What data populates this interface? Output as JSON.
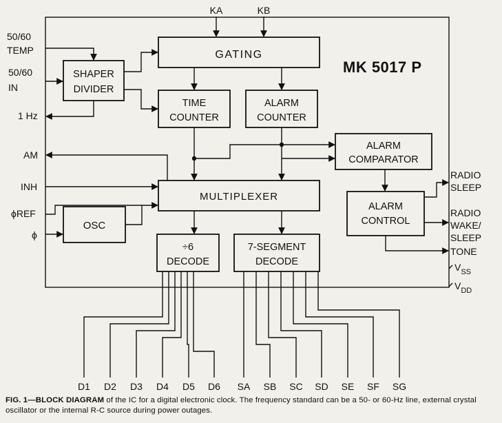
{
  "chip_name": "MK 5017 P",
  "top_inputs": [
    "KA",
    "KB"
  ],
  "blocks": {
    "gating": "GATING",
    "shaper_divider": [
      "SHAPER",
      "DIVIDER"
    ],
    "time_counter": [
      "TIME",
      "COUNTER"
    ],
    "alarm_counter": [
      "ALARM",
      "COUNTER"
    ],
    "alarm_comparator": [
      "ALARM",
      "COMPARATOR"
    ],
    "multiplexer": "MULTIPLEXER",
    "alarm_control": [
      "ALARM",
      "CONTROL"
    ],
    "osc": "OSC",
    "div6_decode": [
      "÷6",
      "DECODE"
    ],
    "seg7_decode": [
      "7-SEGMENT",
      "DECODE"
    ]
  },
  "left_pins": {
    "temp": [
      "50/60",
      "TEMP"
    ],
    "in": [
      "50/60",
      "IN"
    ],
    "hz": "1 Hz",
    "am": "AM",
    "inh": "INH",
    "ref": "ϕREF",
    "phi": "ϕ"
  },
  "right_pins": {
    "radio_sleep": [
      "RADIO",
      "SLEEP"
    ],
    "radio_wake": [
      "RADIO",
      "WAKE/",
      "SLEEP"
    ],
    "tone": "TONE",
    "vss": [
      "V",
      "SS"
    ],
    "vdd": [
      "V",
      "DD"
    ]
  },
  "digit_outputs": [
    "D1",
    "D2",
    "D3",
    "D4",
    "D5",
    "D6"
  ],
  "segment_outputs": [
    "SA",
    "SB",
    "SC",
    "SD",
    "SE",
    "SF",
    "SG"
  ],
  "caption": {
    "label": "FIG. 1—BLOCK DIAGRAM",
    "text": " of the IC for a digital electronic clock. The frequency standard can be a 50- or 60-Hz line, external crystal oscillator or the internal R-C source during power outages."
  }
}
